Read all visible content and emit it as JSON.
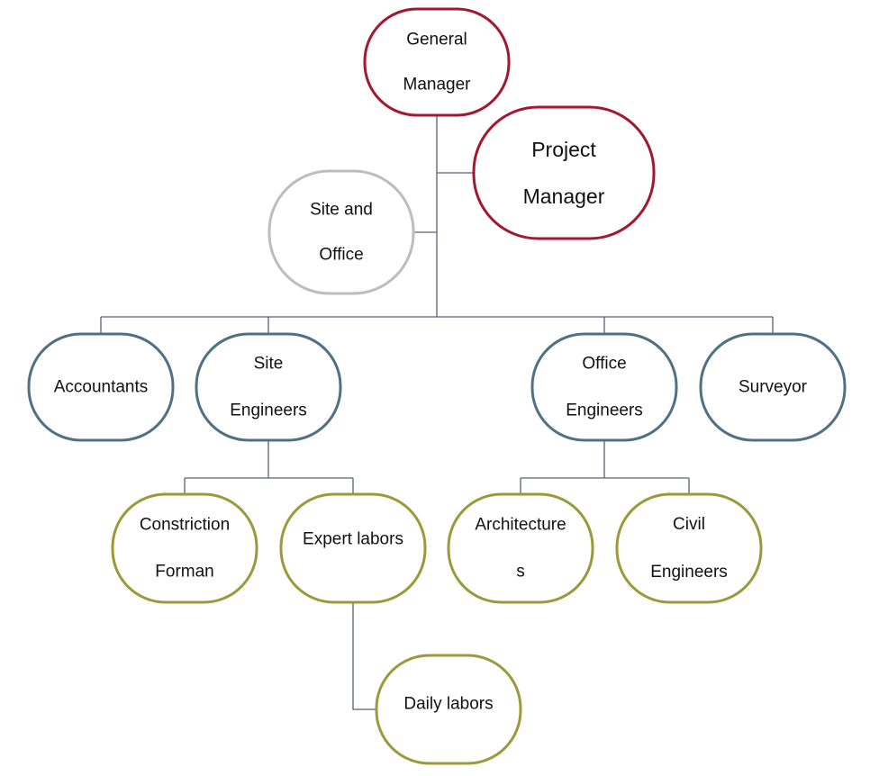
{
  "colors": {
    "maroon": "#a3172f",
    "gray": "#bdbdbd",
    "slate": "#4f7085",
    "olive": "#9a9a3a",
    "connector": "#5b5f7a"
  },
  "nodes": {
    "general_manager": {
      "lines": [
        "General",
        "Manager"
      ]
    },
    "project_manager": {
      "lines": [
        "Project",
        "Manager"
      ]
    },
    "site_and_office": {
      "lines": [
        "Site and",
        "Office"
      ]
    },
    "accountants": {
      "lines": [
        "Accountants"
      ]
    },
    "site_engineers": {
      "lines": [
        "Site",
        "Engineers"
      ]
    },
    "office_engineers": {
      "lines": [
        "Office",
        "Engineers"
      ]
    },
    "surveyor": {
      "lines": [
        "Surveyor"
      ]
    },
    "constriction_forman": {
      "lines": [
        "Constriction",
        "Forman"
      ]
    },
    "expert_labors": {
      "lines": [
        "Expert labors"
      ]
    },
    "architectures": {
      "lines": [
        "Architecture",
        "s"
      ]
    },
    "civil_engineers": {
      "lines": [
        "Civil",
        "Engineers"
      ]
    },
    "daily_labors": {
      "lines": [
        "Daily labors"
      ]
    }
  }
}
